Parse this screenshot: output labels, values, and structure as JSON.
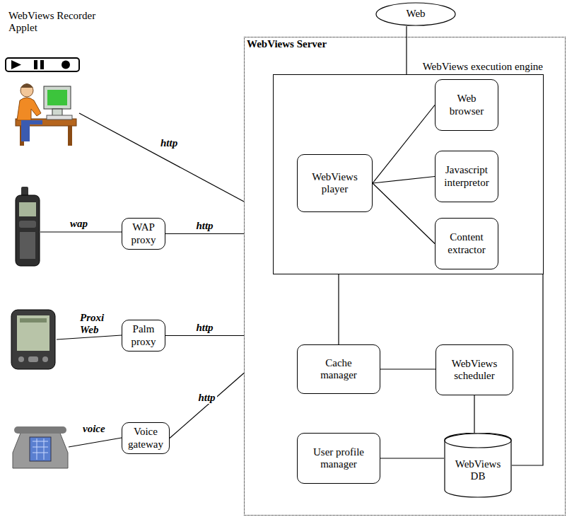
{
  "diagram": {
    "nodes": [
      {
        "text": [
          "WebViews Server"
        ]
      },
      {
        "text": [
          "Web"
        ]
      },
      {
        "text": [
          "WebViews execution engine"
        ],
        "in": 0
      },
      {
        "text": [
          "WebViews player"
        ],
        "in": 2
      },
      {
        "text": [
          "Web browser"
        ],
        "in": 2
      },
      {
        "text": [
          "Javascript interpretor"
        ],
        "in": 2
      },
      {
        "text": [
          "Content extractor"
        ],
        "in": 2
      },
      {
        "text": [
          "Cache manager"
        ],
        "in": 0
      },
      {
        "text": [
          "WebViews scheduler"
        ],
        "in": 0
      },
      {
        "text": [
          "User profile manager"
        ],
        "in": 0
      },
      {
        "text": [
          "WebViews DB"
        ],
        "in": 0
      },
      {
        "text": [
          "WAP proxy"
        ]
      },
      {
        "text": [
          "Palm proxy"
        ]
      },
      {
        "text": [
          "Voice gateway"
        ]
      }
    ],
    "edges": [
      {
        "from": 1,
        "to": 2,
        "arrow": "none"
      },
      {
        "from": 3,
        "to": 4,
        "arrow": "none"
      },
      {
        "from": 3,
        "to": 5,
        "arrow": "none"
      },
      {
        "from": 3,
        "to": 6,
        "arrow": "none"
      },
      {
        "from": 2,
        "to": 7,
        "arrow": "none"
      },
      {
        "from": 7,
        "to": 8,
        "arrow": "none"
      },
      {
        "from": 8,
        "to": 10,
        "arrow": "none"
      },
      {
        "from": 9,
        "to": 10,
        "arrow": "none"
      },
      {
        "from": 2,
        "to": 10,
        "arrow": "none"
      },
      {
        "from": 11,
        "to": 0,
        "label": "http",
        "arrow": "none"
      },
      {
        "from": 12,
        "to": 0,
        "label": "http",
        "arrow": "none"
      },
      {
        "from": 13,
        "to": 0,
        "label": "http",
        "arrow": "none"
      }
    ],
    "labels": [
      "WebViews Recorder Applet",
      "http",
      "wap",
      "Proxi Web",
      "voice"
    ]
  }
}
